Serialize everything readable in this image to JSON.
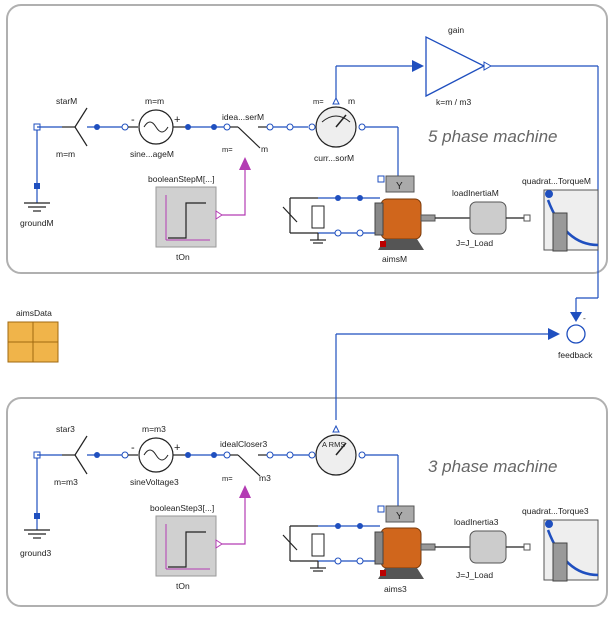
{
  "panels": {
    "top_title": "5 phase machine",
    "bottom_title": "3 phase machine"
  },
  "top": {
    "star": "starM",
    "star_param": "m=m",
    "sine_param": "m=m",
    "sine": "sine...ageM",
    "closer": "idea...serM",
    "closer_m_label": "m=",
    "closer_m": "m",
    "current_sensor": "curr...sorM",
    "sensor_m_label": "m=",
    "sensor_m": "m",
    "booleanStep": "booleanStepM[...]",
    "tOn": "tOn",
    "ground": "groundM",
    "aims": "aimsM",
    "loadInertia": "loadInertiaM",
    "J": "J=J_Load",
    "quadratic": "quadrat...TorqueM",
    "gain": "gain",
    "gain_k": "k=m / m3"
  },
  "bottom": {
    "star": "star3",
    "star_param": "m=m3",
    "sine_param": "m=m3",
    "sine": "sineVoltage3",
    "closer": "idealCloser3",
    "closer_m_label": "m=",
    "closer_m": "m3",
    "rms_sensor_text": "A RMS",
    "booleanStep": "booleanStep3[...]",
    "tOn": "tOn",
    "ground": "ground3",
    "aims": "aims3",
    "loadInertia": "loadInertia3",
    "J": "J=J_Load",
    "quadratic": "quadrat...Torque3"
  },
  "aimsData": "aimsData",
  "feedback": "feedback",
  "feedback_minus": "-",
  "sine_minus": "-",
  "sine_plus": "+",
  "star_Y": "Y",
  "colors": {
    "wire": "#1f4fbf",
    "boolean": "#b33cb3",
    "panel_border": "#b0b0b0",
    "motor": "#d0661c",
    "table": "#f0b44a"
  }
}
